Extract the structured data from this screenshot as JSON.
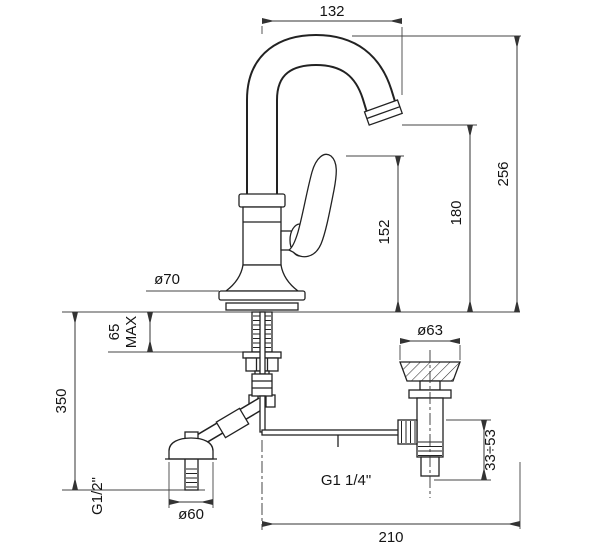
{
  "drawing": {
    "kind": "single-lever basin mixer with pop-up waste - installation drawing",
    "line_color": "#222222",
    "background": "#ffffff"
  },
  "dimensions": {
    "spout_reach": "132",
    "total_height": "256",
    "outlet_height": "180",
    "lever_height": "152",
    "base_diameter": "ø70",
    "deck_max_value": "65",
    "deck_max_suffix": "MAX",
    "below_deck_depth": "350",
    "inlet_thread": "G1/2\"",
    "inlet_flange_diameter": "ø60",
    "plug_diameter": "ø63",
    "drain_adjust_range": "33÷53",
    "drain_thread": "G1  1/4\"",
    "center_distance": "210"
  }
}
